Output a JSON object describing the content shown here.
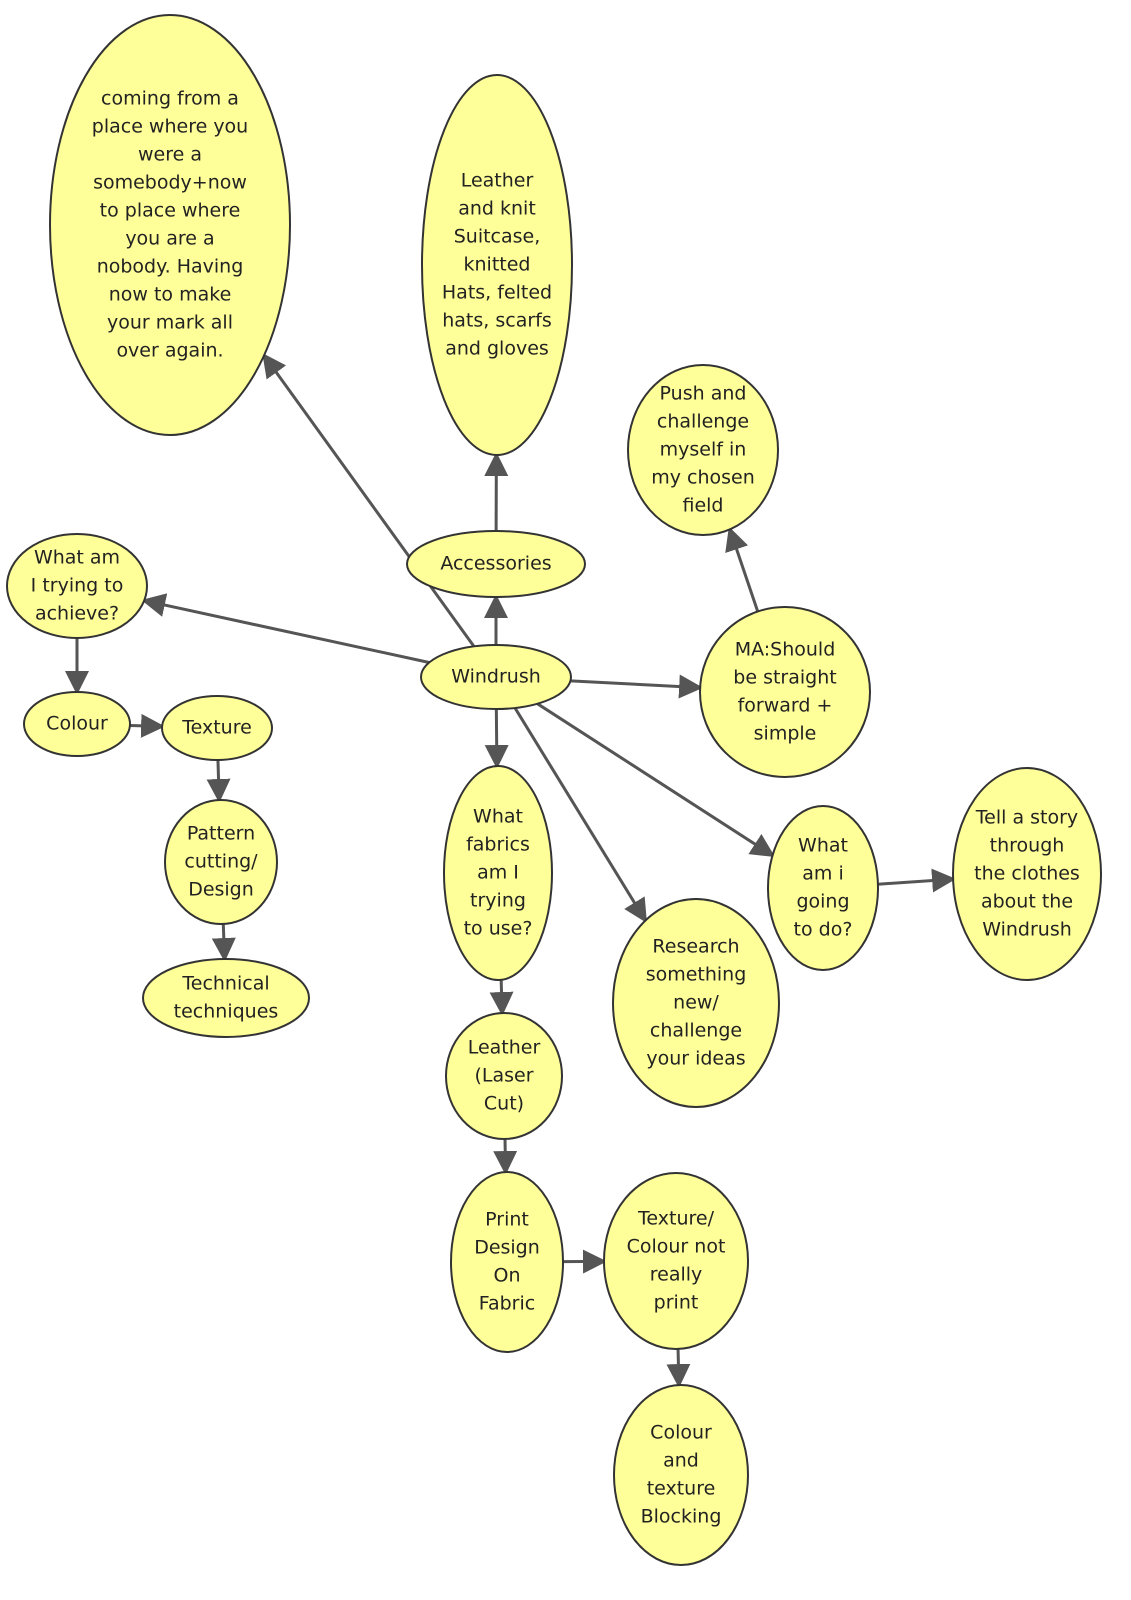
{
  "colors": {
    "node_fill": "#ffff99",
    "node_stroke": "#333333",
    "text": "#222222",
    "edge": "#555555"
  },
  "nodes": {
    "mark": {
      "lines": [
        "coming from a",
        "place where you",
        "were a",
        "somebody+now",
        "to place where",
        "you are a",
        "nobody. Having",
        "now to make",
        "your mark all",
        "over again."
      ]
    },
    "leather_knit": {
      "lines": [
        "Leather",
        "and knit",
        "Suitcase,",
        "knitted",
        "Hats, felted",
        "hats, scarfs",
        "and gloves"
      ]
    },
    "push": {
      "lines": [
        "Push and",
        "challenge",
        "myself in",
        "my chosen",
        "field"
      ]
    },
    "accessories": {
      "lines": [
        "Accessories"
      ]
    },
    "achieve": {
      "lines": [
        "What am",
        "I trying to",
        "achieve?"
      ]
    },
    "windrush": {
      "lines": [
        "Windrush"
      ]
    },
    "ma": {
      "lines": [
        "MA:Should",
        "be straight",
        "forward +",
        "simple"
      ]
    },
    "colour": {
      "lines": [
        "Colour"
      ]
    },
    "texture": {
      "lines": [
        "Texture"
      ]
    },
    "pattern": {
      "lines": [
        "Pattern",
        "cutting/",
        "Design"
      ]
    },
    "technical": {
      "lines": [
        "Technical",
        "techniques"
      ]
    },
    "fabrics": {
      "lines": [
        "What",
        "fabrics",
        "am I",
        "trying",
        "to use?"
      ]
    },
    "research": {
      "lines": [
        "Research",
        "something",
        "new/",
        "challenge",
        "your  ideas"
      ]
    },
    "going": {
      "lines": [
        "What",
        "am i",
        "going",
        "to do?"
      ]
    },
    "story": {
      "lines": [
        "Tell a story",
        "through",
        "the clothes",
        "about the",
        "Windrush"
      ]
    },
    "leather_laser": {
      "lines": [
        "Leather",
        "(Laser",
        "Cut)"
      ]
    },
    "print": {
      "lines": [
        "Print",
        "Design",
        "On",
        "Fabric"
      ]
    },
    "texture_colour": {
      "lines": [
        "Texture/",
        "Colour not",
        "really",
        "print"
      ]
    },
    "blocking": {
      "lines": [
        "Colour",
        "and",
        "texture",
        "Blocking"
      ]
    }
  },
  "edges": [
    {
      "from": "windrush",
      "to": "mark"
    },
    {
      "from": "windrush",
      "to": "accessories"
    },
    {
      "from": "accessories",
      "to": "leather_knit"
    },
    {
      "from": "windrush",
      "to": "achieve"
    },
    {
      "from": "windrush",
      "to": "ma"
    },
    {
      "from": "ma",
      "to": "push"
    },
    {
      "from": "windrush",
      "to": "fabrics"
    },
    {
      "from": "windrush",
      "to": "research"
    },
    {
      "from": "windrush",
      "to": "going"
    },
    {
      "from": "going",
      "to": "story"
    },
    {
      "from": "achieve",
      "to": "colour"
    },
    {
      "from": "colour",
      "to": "texture"
    },
    {
      "from": "texture",
      "to": "pattern"
    },
    {
      "from": "pattern",
      "to": "technical"
    },
    {
      "from": "fabrics",
      "to": "leather_laser"
    },
    {
      "from": "leather_laser",
      "to": "print"
    },
    {
      "from": "print",
      "to": "texture_colour"
    },
    {
      "from": "texture_colour",
      "to": "blocking"
    }
  ]
}
